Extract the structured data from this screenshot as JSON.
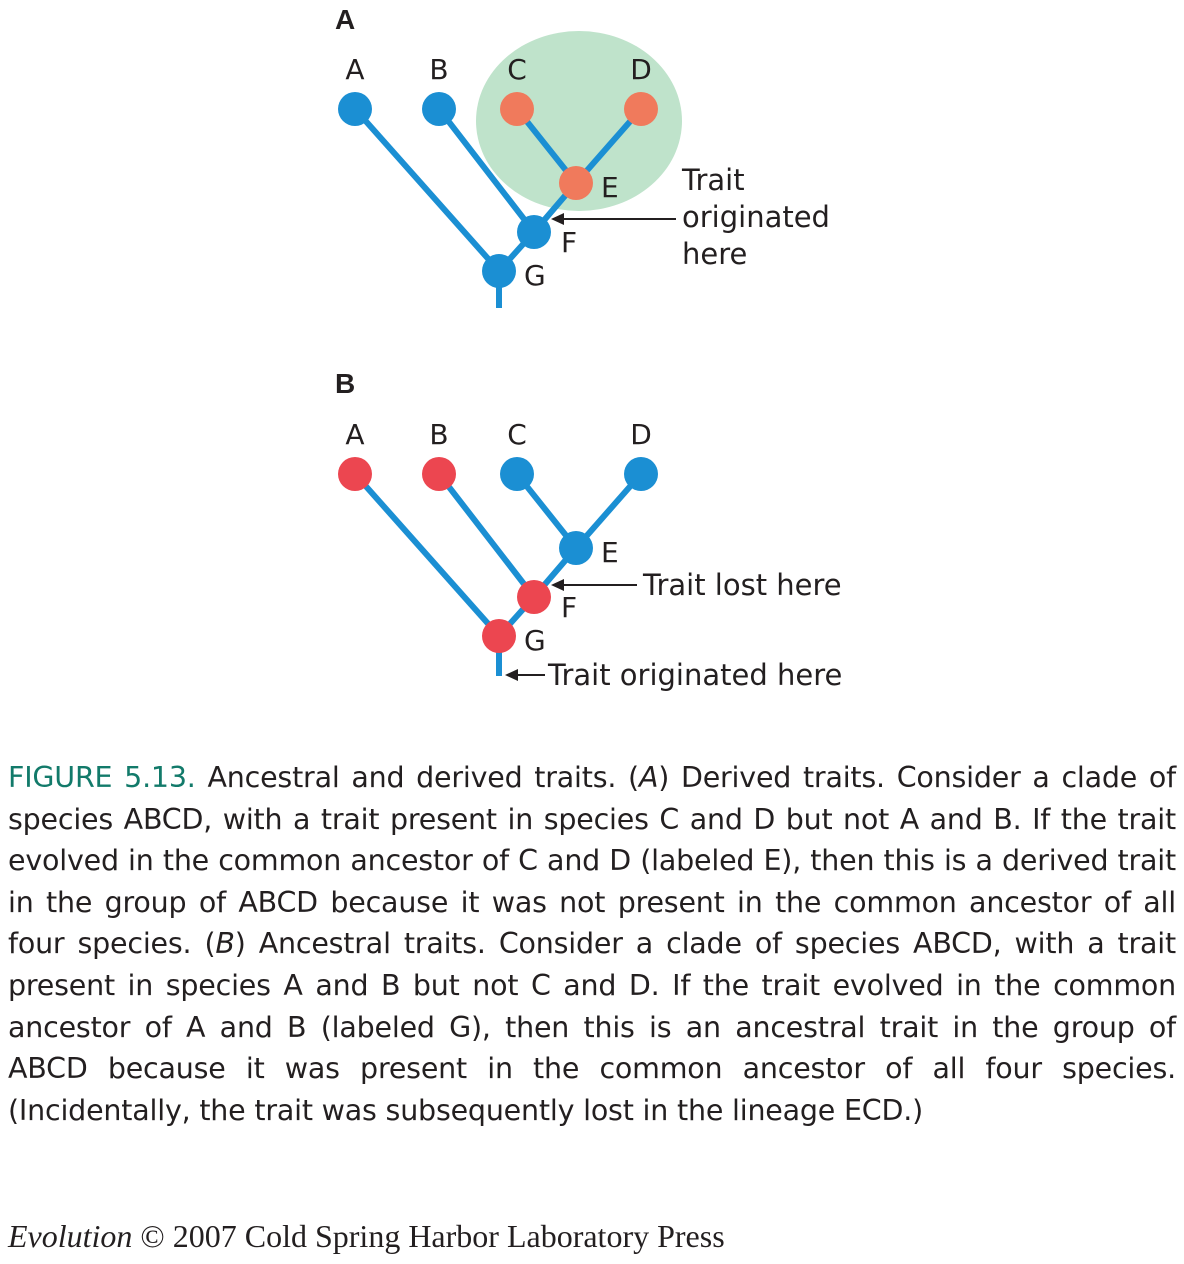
{
  "colors": {
    "branch": "#1b8fd3",
    "node_ancestral": "#1b8fd3",
    "node_trait_a": "#f07a5c",
    "node_trait_b": "#ec4650",
    "clade_highlight": "#bfe3cb",
    "caption_label": "#127a6a"
  },
  "panel_a": {
    "letter": "A",
    "taxa": {
      "a": "A",
      "b": "B",
      "c": "C",
      "d": "D"
    },
    "nodes": {
      "e": "E",
      "f": "F",
      "g": "G"
    },
    "note_lines": [
      "Trait",
      "originated",
      "here"
    ]
  },
  "panel_b": {
    "letter": "B",
    "taxa": {
      "a": "A",
      "b": "B",
      "c": "C",
      "d": "D"
    },
    "nodes": {
      "e": "E",
      "f": "F",
      "g": "G"
    },
    "note_lost": "Trait lost here",
    "note_origin": "Trait originated here"
  },
  "caption": {
    "label": "FIGURE 5.13.",
    "p1": " Ancestral and derived traits. (",
    "a_ref": "A",
    "p2": ") Derived traits. Consider a clade of species ABCD, with a trait present in species C and D but not A and B. If the trait evolved in the common ancestor of C and D (labeled E), then this is a derived trait in the group of ABCD because it was not present in the common ancestor of all four species. (",
    "b_ref": "B",
    "p3": ") Ancestral traits. Consider a clade of species ABCD, with a trait present in species A and B but not C and D. If the trait evolved in the common ancestor of A and B (labeled G), then this is an ancestral trait in the group of ABCD because it was present in the common ancestor of all four species. (Incidentally, the trait was subsequently lost in the lineage ECD.)"
  },
  "credit": {
    "book": "Evolution",
    "rest": " © 2007 Cold Spring Harbor Laboratory Press"
  }
}
